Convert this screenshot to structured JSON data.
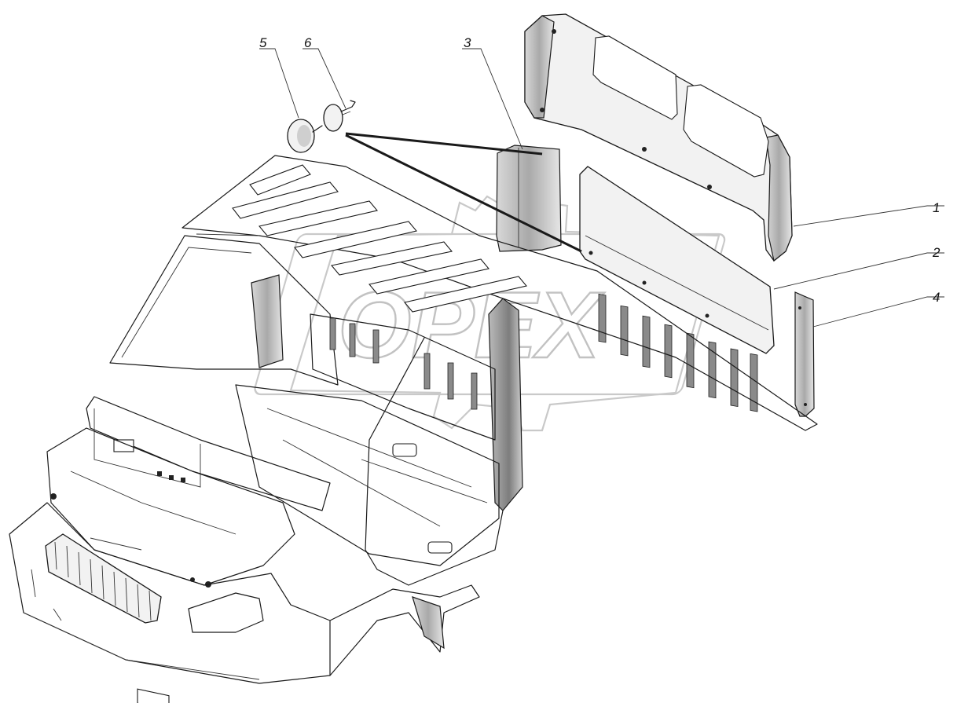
{
  "watermark": {
    "text": "OPEX"
  },
  "callouts": [
    {
      "id": "1",
      "label": "1"
    },
    {
      "id": "2",
      "label": "2"
    },
    {
      "id": "3",
      "label": "3"
    },
    {
      "id": "4",
      "label": "4"
    },
    {
      "id": "5",
      "label": "5"
    },
    {
      "id": "6",
      "label": "6"
    }
  ],
  "colors": {
    "line": "#1a1a1a",
    "panel_fill": "#f2f2f2",
    "watermark": "#c9c9c9"
  }
}
